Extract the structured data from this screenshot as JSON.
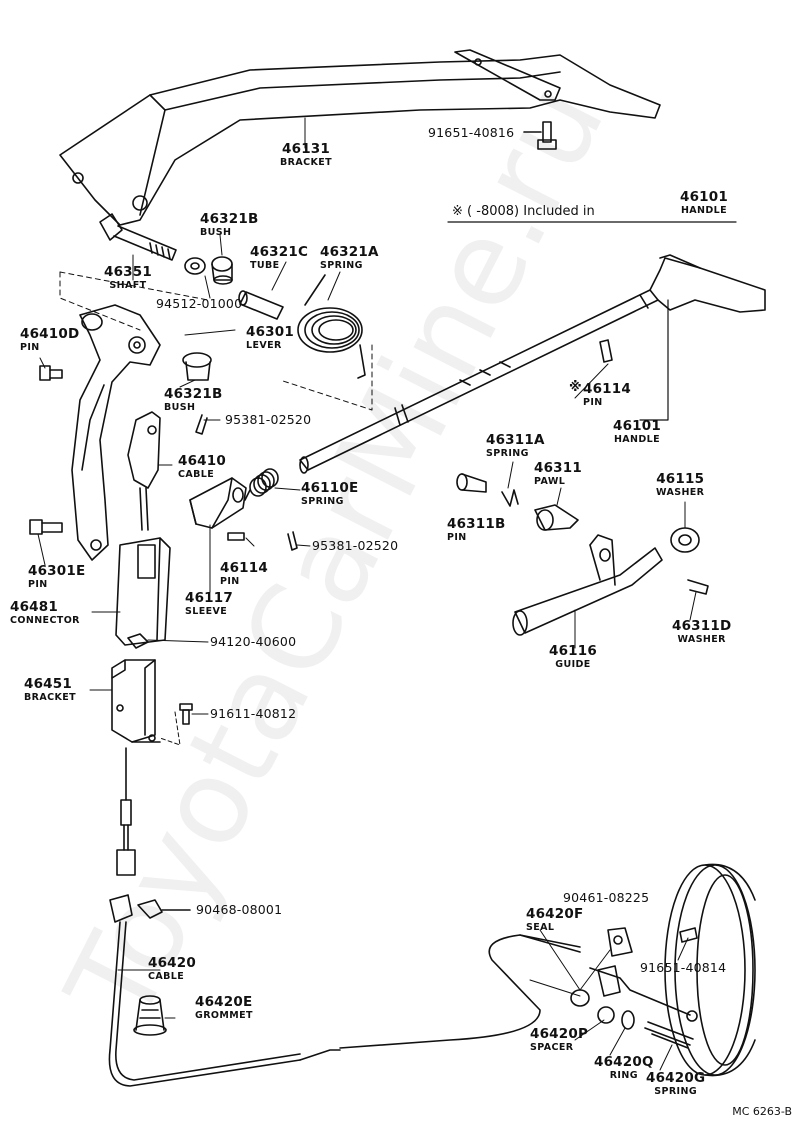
{
  "watermark": "ToyotaCarMine.ru",
  "diagram_code": "MC 6263-B",
  "note": {
    "symbol": "※",
    "text": "(        -8008) Included in",
    "ref_number": "46101",
    "ref_name": "HANDLE"
  },
  "parts": {
    "p46131": {
      "number": "46131",
      "name": "BRACKET"
    },
    "p9165140816": {
      "number": "91651-40816"
    },
    "p46101a": {
      "number": "46101",
      "name": "HANDLE"
    },
    "p46321b_top": {
      "number": "46321B",
      "name": "BUSH"
    },
    "p46321c": {
      "number": "46321C",
      "name": "TUBE"
    },
    "p46321a": {
      "number": "46321A",
      "name": "SPRING"
    },
    "p46351": {
      "number": "46351",
      "name": "SHAFT"
    },
    "p9451201000": {
      "number": "94512-01000"
    },
    "p46410d": {
      "number": "46410D",
      "name": "PIN"
    },
    "p46301": {
      "number": "46301",
      "name": "LEVER"
    },
    "p46321b_bot": {
      "number": "46321B",
      "name": "BUSH"
    },
    "p9538102520a": {
      "number": "95381-02520"
    },
    "p46114a": {
      "mark": "※",
      "number": "46114",
      "name": "PIN"
    },
    "p46101b": {
      "number": "46101",
      "name": "HANDLE"
    },
    "p46410": {
      "number": "46410",
      "name": "CABLE"
    },
    "p46311a": {
      "number": "46311A",
      "name": "SPRING"
    },
    "p46311": {
      "number": "46311",
      "name": "PAWL"
    },
    "p46115": {
      "number": "46115",
      "name": "WASHER"
    },
    "p46110e": {
      "number": "46110E",
      "name": "SPRING"
    },
    "p46311b": {
      "number": "46311B",
      "name": "PIN"
    },
    "p46301e": {
      "number": "46301E",
      "name": "PIN"
    },
    "p9538102520b": {
      "number": "95381-02520"
    },
    "p46114b": {
      "number": "46114",
      "name": "PIN"
    },
    "p46481": {
      "number": "46481",
      "name": "CONNECTOR"
    },
    "p46117": {
      "number": "46117",
      "name": "SLEEVE"
    },
    "p46311d": {
      "number": "46311D",
      "name": "WASHER"
    },
    "p46116": {
      "number": "46116",
      "name": "GUIDE"
    },
    "p9412040600": {
      "number": "94120-40600"
    },
    "p46451": {
      "number": "46451",
      "name": "BRACKET"
    },
    "p9161140812": {
      "number": "91611-40812"
    },
    "p9046808001": {
      "number": "90468-08001"
    },
    "p9046108225": {
      "number": "90461-08225"
    },
    "p46420f": {
      "number": "46420F",
      "name": "SEAL"
    },
    "p46420": {
      "number": "46420",
      "name": "CABLE"
    },
    "p9165140814": {
      "number": "91651-40814"
    },
    "p46420e": {
      "number": "46420E",
      "name": "GROMMET"
    },
    "p46420p": {
      "number": "46420P",
      "name": "SPACER"
    },
    "p46420q": {
      "number": "46420Q",
      "name": "RING"
    },
    "p46420g": {
      "number": "46420G",
      "name": "SPRING"
    }
  }
}
